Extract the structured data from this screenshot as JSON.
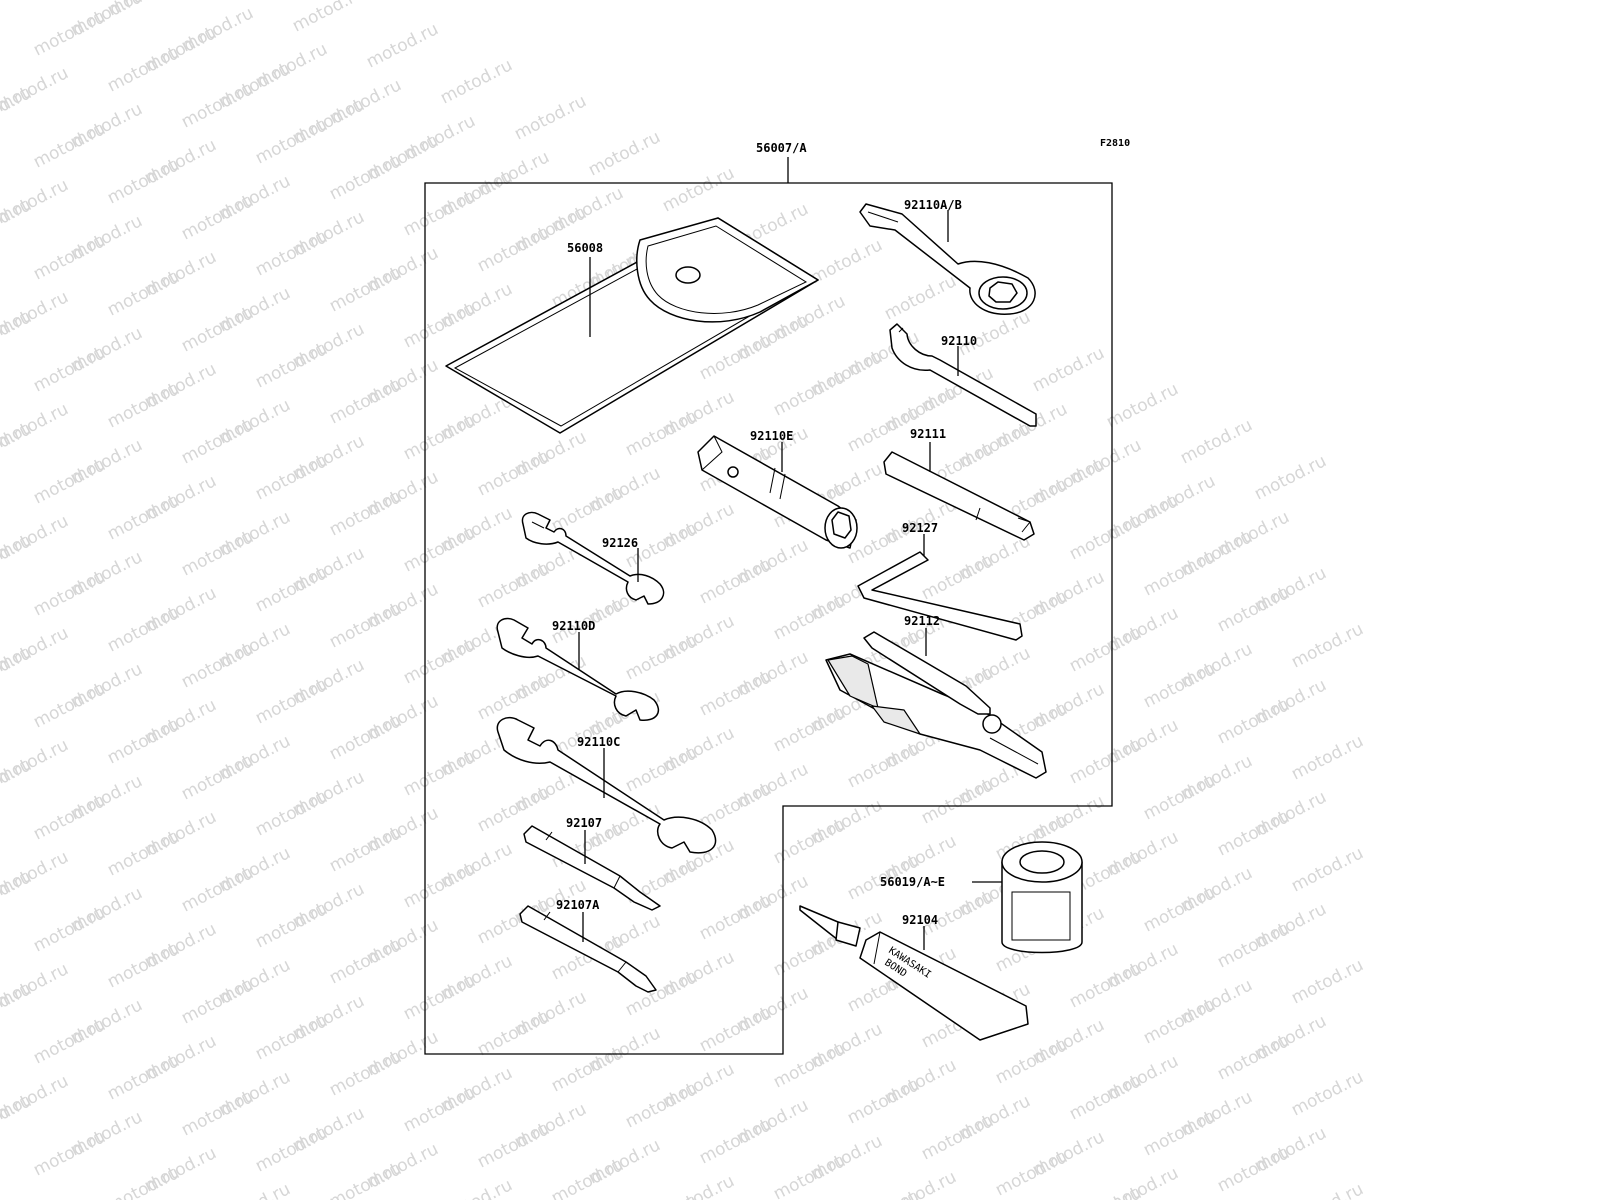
{
  "figure_code": "F2810",
  "watermark": "motod.ru",
  "kit_label": "56007/A",
  "parts": {
    "p56008": "56008",
    "p92110AB": "92110A/B",
    "p92110": "92110",
    "p92110E": "92110E",
    "p92111": "92111",
    "p92126": "92126",
    "p92127": "92127",
    "p92110D": "92110D",
    "p92112": "92112",
    "p92110C": "92110C",
    "p92107": "92107",
    "p56019": "56019/A~E",
    "p92107A": "92107A",
    "p92104": "92104"
  },
  "tube_text": {
    "line1": "KAWASAKI",
    "line2": "BOND"
  }
}
